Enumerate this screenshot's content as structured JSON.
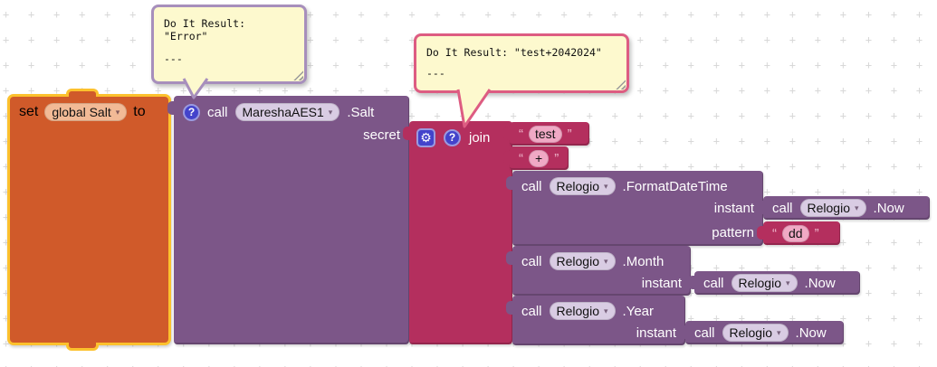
{
  "ui": {
    "dropdown_arrow": "▾",
    "help_glyph": "?",
    "gear_glyph": "⚙",
    "open_quote": "“",
    "close_quote": "”"
  },
  "comments": [
    {
      "text": "Do It Result: \"Error\"",
      "divider": "---"
    },
    {
      "text": "Do It Result: \"test+2042024\"",
      "divider": "---"
    }
  ],
  "set_block": {
    "set_label": "set",
    "variable": "global Salt",
    "to_label": "to"
  },
  "salt_call": {
    "call_label": "call",
    "component": "MareshaAES1",
    "method": ".Salt",
    "param_secret": "secret"
  },
  "join_block": {
    "label": "join"
  },
  "text_test": {
    "value": "test"
  },
  "text_plus": {
    "value": "+"
  },
  "text_dd": {
    "value": "dd"
  },
  "format_call": {
    "call_label": "call",
    "component": "Relogio",
    "method": ".FormatDateTime",
    "param_instant": "instant",
    "param_pattern": "pattern"
  },
  "month_call": {
    "call_label": "call",
    "component": "Relogio",
    "method": ".Month",
    "param_instant": "instant"
  },
  "year_call": {
    "call_label": "call",
    "component": "Relogio",
    "method": ".Year",
    "param_instant": "instant"
  },
  "now_calls": [
    {
      "call_label": "call",
      "component": "Relogio",
      "method": ".Now"
    },
    {
      "call_label": "call",
      "component": "Relogio",
      "method": ".Now"
    },
    {
      "call_label": "call",
      "component": "Relogio",
      "method": ".Now"
    }
  ],
  "colors": {
    "setter_orange": "#d05a2a",
    "procedure_purple": "#7c5688",
    "text_crimson": "#b42f5e",
    "selection_yellow": "#fcc12d",
    "comment_fill": "#fdf9ce",
    "comment_border_purple": "#a78fbc",
    "comment_border_pink": "#dd5c82",
    "icon_blue": "#4343cb",
    "grid_mark": "#d8d8d8"
  }
}
